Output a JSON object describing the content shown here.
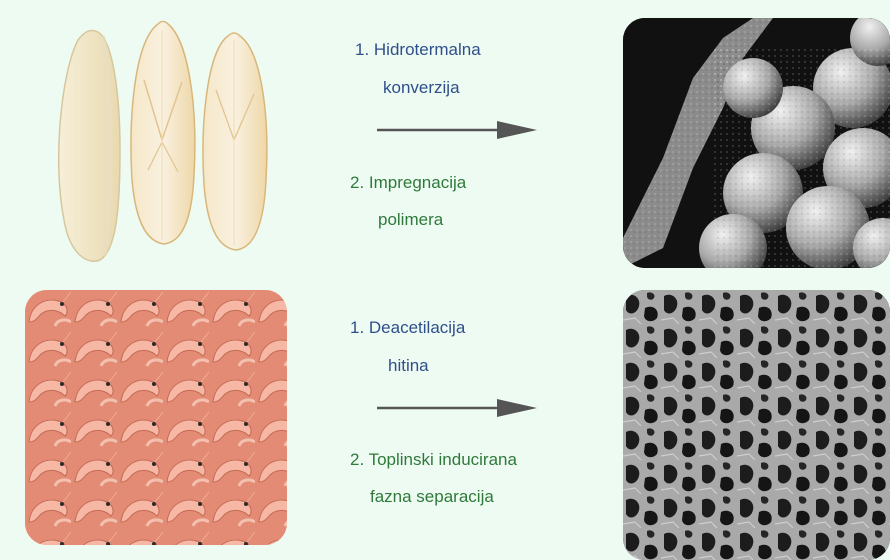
{
  "rows": [
    {
      "source_image": "cuttlebone-illustration",
      "step1_line1": "1. Hidrotermalna",
      "step1_line2": "konverzija",
      "step2_line1": "2. Impregnacija",
      "step2_line2": "polimera",
      "result_image": "sem-spherical-particles"
    },
    {
      "source_image": "shrimp-pile-illustration",
      "step1_line1": "1. Deacetilacija",
      "step1_line2": "hitina",
      "step2_line1": "2. Toplinski inducirana",
      "step2_line2": "fazna separacija",
      "result_image": "sem-porous-scaffold"
    }
  ],
  "colors": {
    "background": "#eefbf3",
    "step1_text": "#2f4f8a",
    "step2_text": "#2f7a3a",
    "arrow": "#555555"
  }
}
